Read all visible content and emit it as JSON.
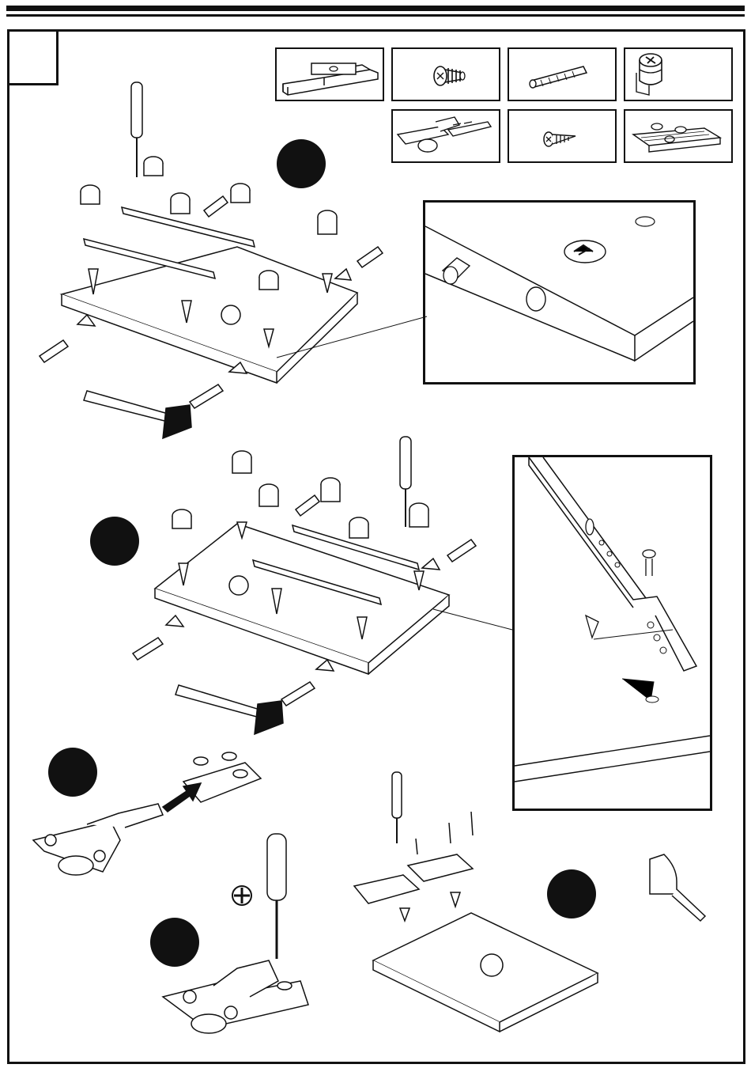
{
  "page": {
    "step_number": "",
    "badges": {
      "sub_a": "",
      "sub_b": "",
      "sub_c": "",
      "sub_d": "",
      "sub_e": ""
    }
  },
  "parts": [
    {
      "name": "drawer-slide-runner",
      "icon": "slide-rail-icon",
      "label": ""
    },
    {
      "name": "euro-screw",
      "icon": "screw-icon",
      "label": ""
    },
    {
      "name": "wooden-dowel",
      "icon": "dowel-icon",
      "label": ""
    },
    {
      "name": "cam-lock",
      "icon": "cam-lock-icon",
      "label": ""
    },
    {
      "name": "concealed-hinge",
      "icon": "hinge-icon",
      "label": ""
    },
    {
      "name": "wood-screw",
      "icon": "wood-screw-icon",
      "label": ""
    },
    {
      "name": "hinge-mounting-plate",
      "icon": "mounting-plate-icon",
      "label": ""
    }
  ],
  "colors": {
    "line": "#111111",
    "background": "#ffffff"
  }
}
